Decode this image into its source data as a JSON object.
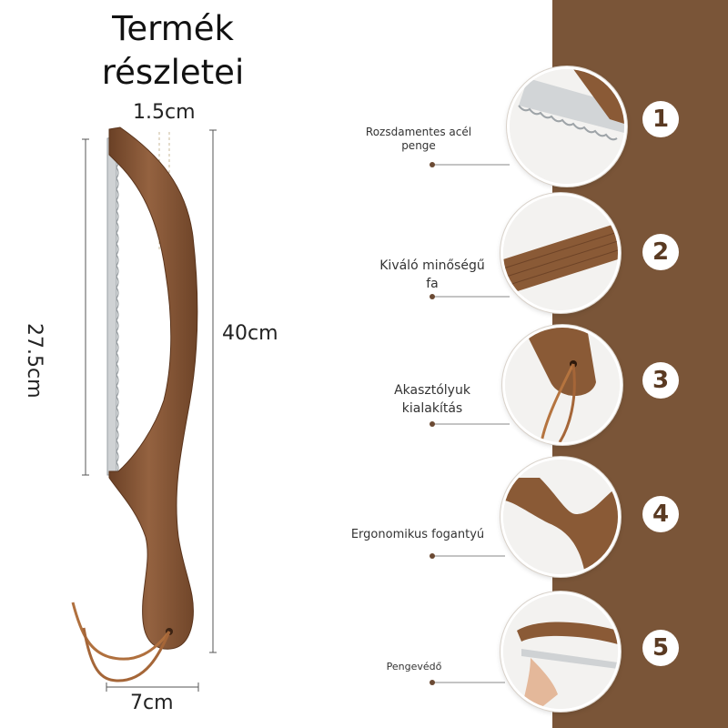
{
  "title": {
    "line1": "Termék",
    "line2": "részletei"
  },
  "dimensions": {
    "blade_width": "1.5cm",
    "total_length": "40cm",
    "blade_length": "27.5cm",
    "handle_width": "7cm"
  },
  "features": [
    {
      "number": "1",
      "label": "Rozsdamentes acél penge"
    },
    {
      "number": "2",
      "label": "Kiváló minőségű fa"
    },
    {
      "number": "3",
      "label": "Akasztólyuk kialakítás"
    },
    {
      "number": "4",
      "label": "Ergonomikus fogantyú"
    },
    {
      "number": "5",
      "label": "Pengevédő"
    }
  ],
  "colors": {
    "accent_brown": "#7a5538",
    "wood": "#8a5a36",
    "blade": "#cfd2d4"
  }
}
